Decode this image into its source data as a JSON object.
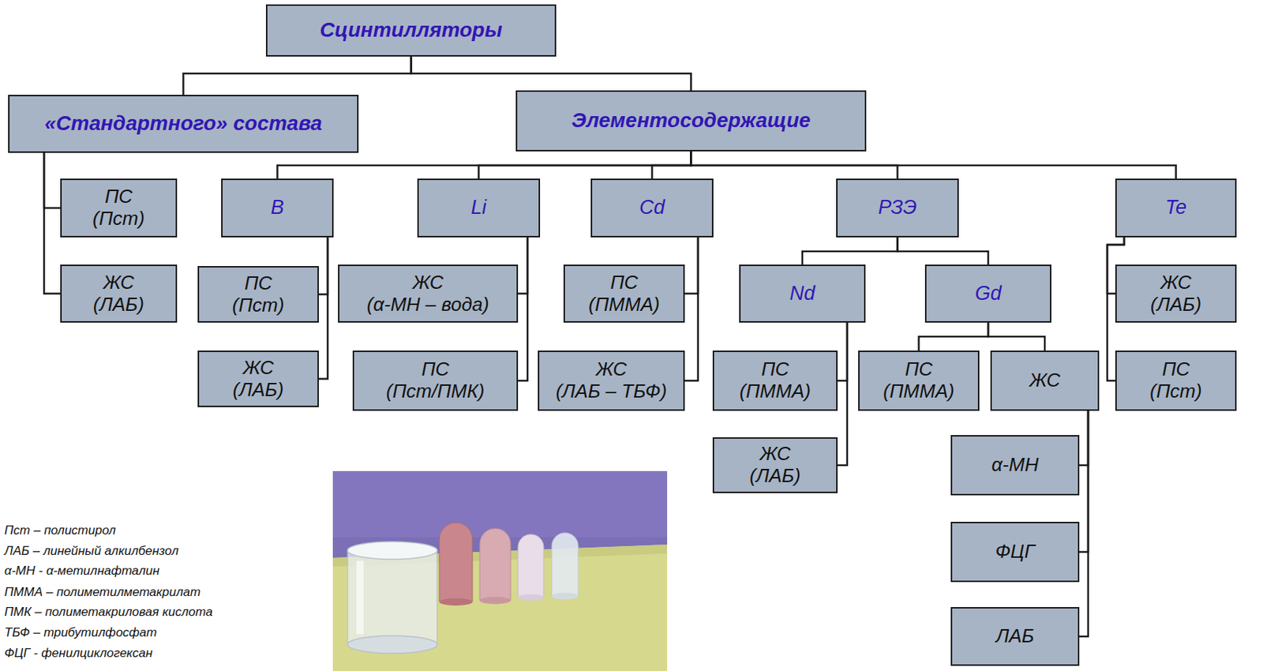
{
  "diagram": {
    "nodes": [
      {
        "text": [
          "Сцинтилляторы"
        ]
      },
      {
        "text": [
          "«Стандартного» состава"
        ]
      },
      {
        "text": [
          "Элементосодержащие"
        ]
      },
      {
        "text": [
          "ПС",
          "(Пст)"
        ]
      },
      {
        "text": [
          "ЖС",
          "(ЛАБ)"
        ]
      },
      {
        "text": [
          "B"
        ]
      },
      {
        "text": [
          "Li"
        ]
      },
      {
        "text": [
          "Cd"
        ]
      },
      {
        "text": [
          "РЗЭ"
        ]
      },
      {
        "text": [
          "Te"
        ]
      },
      {
        "text": [
          "ПС",
          "(Пст)"
        ]
      },
      {
        "text": [
          "ЖС",
          "(ЛАБ)"
        ]
      },
      {
        "text": [
          "ЖС",
          "(α-МН – вода)"
        ]
      },
      {
        "text": [
          "ПС",
          "(Пст/ПМК)"
        ]
      },
      {
        "text": [
          "ПС",
          "(ПММА)"
        ]
      },
      {
        "text": [
          "ЖС",
          "(ЛАБ – ТБФ)"
        ]
      },
      {
        "text": [
          "Nd"
        ]
      },
      {
        "text": [
          "Gd"
        ]
      },
      {
        "text": [
          "ПС",
          "(ПММА)"
        ]
      },
      {
        "text": [
          "ЖС",
          "(ЛАБ)"
        ]
      },
      {
        "text": [
          "ПС",
          "(ПММА)"
        ]
      },
      {
        "text": [
          "ЖС"
        ]
      },
      {
        "text": [
          "α-МН"
        ]
      },
      {
        "text": [
          "ФЦГ"
        ]
      },
      {
        "text": [
          "ЛАБ"
        ]
      },
      {
        "text": [
          "ЖС",
          "(ЛАБ)"
        ]
      },
      {
        "text": [
          "ПС",
          "(Пст)"
        ]
      }
    ],
    "edges": [
      {
        "from": 0,
        "to": 1,
        "arrow": "none"
      },
      {
        "from": 0,
        "to": 2,
        "arrow": "none"
      },
      {
        "from": 1,
        "to": 3,
        "arrow": "none"
      },
      {
        "from": 1,
        "to": 4,
        "arrow": "none"
      },
      {
        "from": 2,
        "to": 5,
        "arrow": "none"
      },
      {
        "from": 2,
        "to": 6,
        "arrow": "none"
      },
      {
        "from": 2,
        "to": 7,
        "arrow": "none"
      },
      {
        "from": 2,
        "to": 8,
        "arrow": "none"
      },
      {
        "from": 2,
        "to": 9,
        "arrow": "none"
      },
      {
        "from": 5,
        "to": 10,
        "arrow": "none"
      },
      {
        "from": 5,
        "to": 11,
        "arrow": "none"
      },
      {
        "from": 6,
        "to": 12,
        "arrow": "none"
      },
      {
        "from": 6,
        "to": 13,
        "arrow": "none"
      },
      {
        "from": 7,
        "to": 14,
        "arrow": "none"
      },
      {
        "from": 7,
        "to": 15,
        "arrow": "none"
      },
      {
        "from": 8,
        "to": 16,
        "arrow": "none"
      },
      {
        "from": 8,
        "to": 17,
        "arrow": "none"
      },
      {
        "from": 16,
        "to": 18,
        "arrow": "none"
      },
      {
        "from": 16,
        "to": 19,
        "arrow": "none"
      },
      {
        "from": 17,
        "to": 20,
        "arrow": "none"
      },
      {
        "from": 17,
        "to": 21,
        "arrow": "none"
      },
      {
        "from": 21,
        "to": 22,
        "arrow": "none"
      },
      {
        "from": 21,
        "to": 23,
        "arrow": "none"
      },
      {
        "from": 21,
        "to": 24,
        "arrow": "none"
      },
      {
        "from": 9,
        "to": 25,
        "arrow": "none"
      },
      {
        "from": 9,
        "to": 26,
        "arrow": "none"
      }
    ],
    "labels": [
      "Пст – полистирол",
      "ЛАБ – линейный алкилбензол",
      "α-МН - α-метилнафталин",
      "ПММА – полиметилметакрилат",
      "ПМК – полиметакриловая кислота",
      "ТБФ – трибутилфосфат",
      "ФЦГ - фенилциклогексан"
    ]
  }
}
